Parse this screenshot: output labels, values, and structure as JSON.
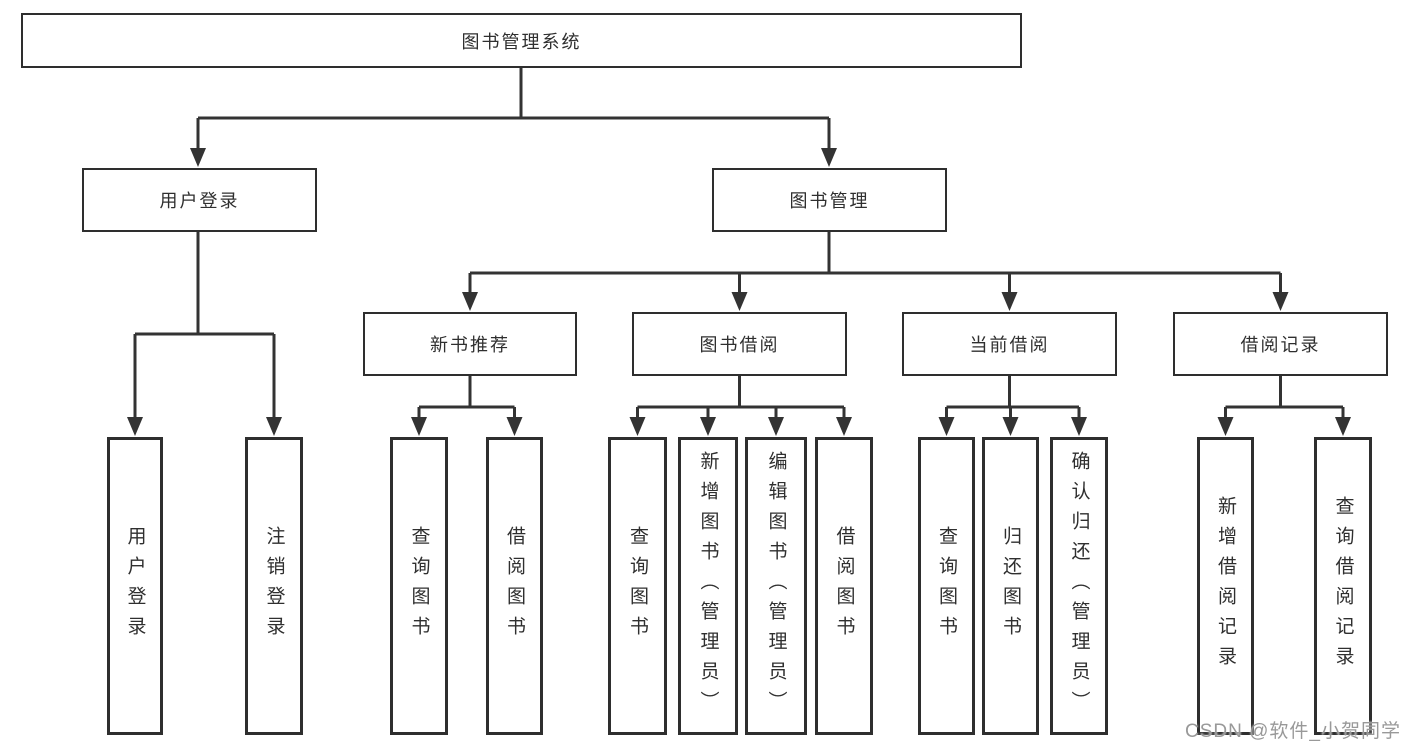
{
  "tree": {
    "root": "图书管理系统",
    "children": [
      {
        "label": "用户登录",
        "children": [
          {
            "label": "用户登录"
          },
          {
            "label": "注销登录"
          }
        ]
      },
      {
        "label": "图书管理",
        "children": [
          {
            "label": "新书推荐",
            "children": [
              {
                "label": "查询图书"
              },
              {
                "label": "借阅图书"
              }
            ]
          },
          {
            "label": "图书借阅",
            "children": [
              {
                "label": "查询图书"
              },
              {
                "label": "新增图书（管理员）"
              },
              {
                "label": "编辑图书（管理员）"
              },
              {
                "label": "借阅图书"
              }
            ]
          },
          {
            "label": "当前借阅",
            "children": [
              {
                "label": "查询图书"
              },
              {
                "label": "归还图书"
              },
              {
                "label": "确认归还（管理员）"
              }
            ]
          },
          {
            "label": "借阅记录",
            "children": [
              {
                "label": "新增借阅记录"
              },
              {
                "label": "查询借阅记录"
              }
            ]
          }
        ]
      }
    ]
  },
  "watermark": {
    "text": "CSDN @软件_小贺同学"
  },
  "colors": {
    "line": "#333333",
    "box_border": "#2e2e2e",
    "text": "#2f2f2f",
    "watermark_text": "#999999",
    "background": "#ffffff"
  }
}
